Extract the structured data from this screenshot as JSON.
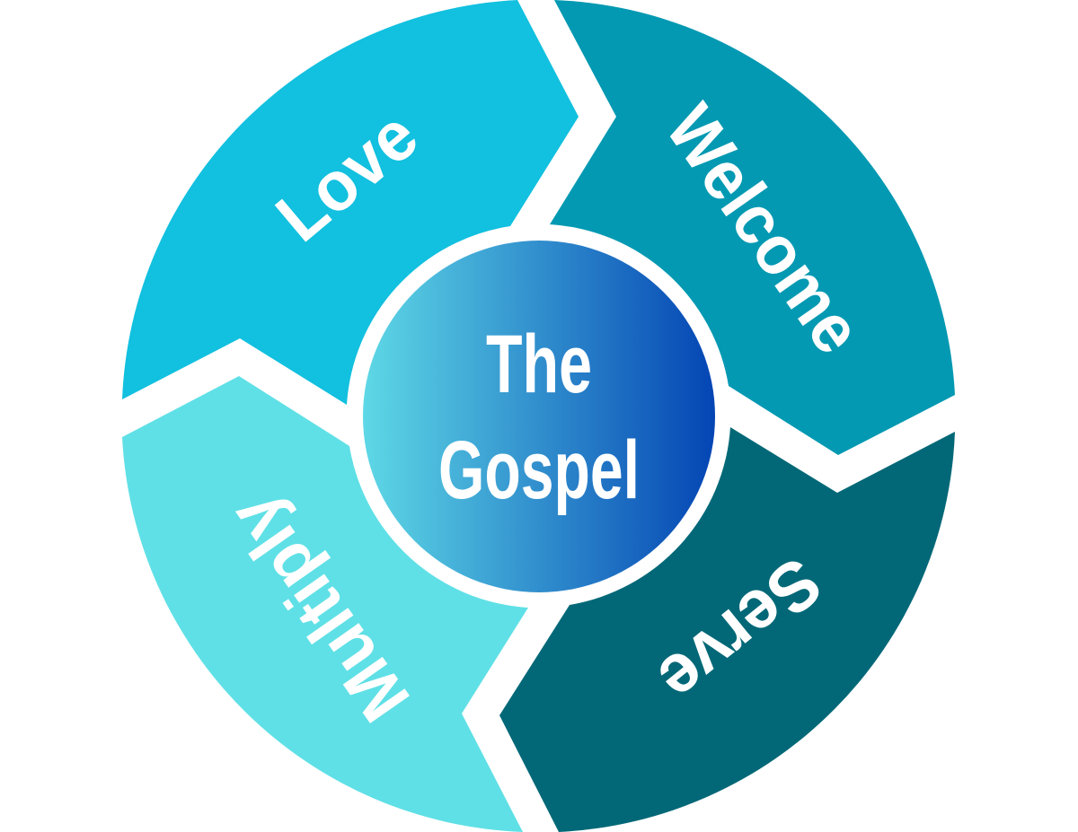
{
  "center": {
    "line1": "The",
    "line2": "Gospel",
    "gradient": [
      "#5ED8E6",
      "#0445B4"
    ]
  },
  "segments": [
    {
      "id": "love",
      "label": "Love",
      "color": "#12C0DF"
    },
    {
      "id": "welcome",
      "label": "Welcome",
      "color": "#0399B2"
    },
    {
      "id": "serve",
      "label": "Serve",
      "color": "#026877"
    },
    {
      "id": "multiply",
      "label": "Multiply",
      "color": "#5FE0E6"
    }
  ],
  "ring_color": "#ffffff"
}
